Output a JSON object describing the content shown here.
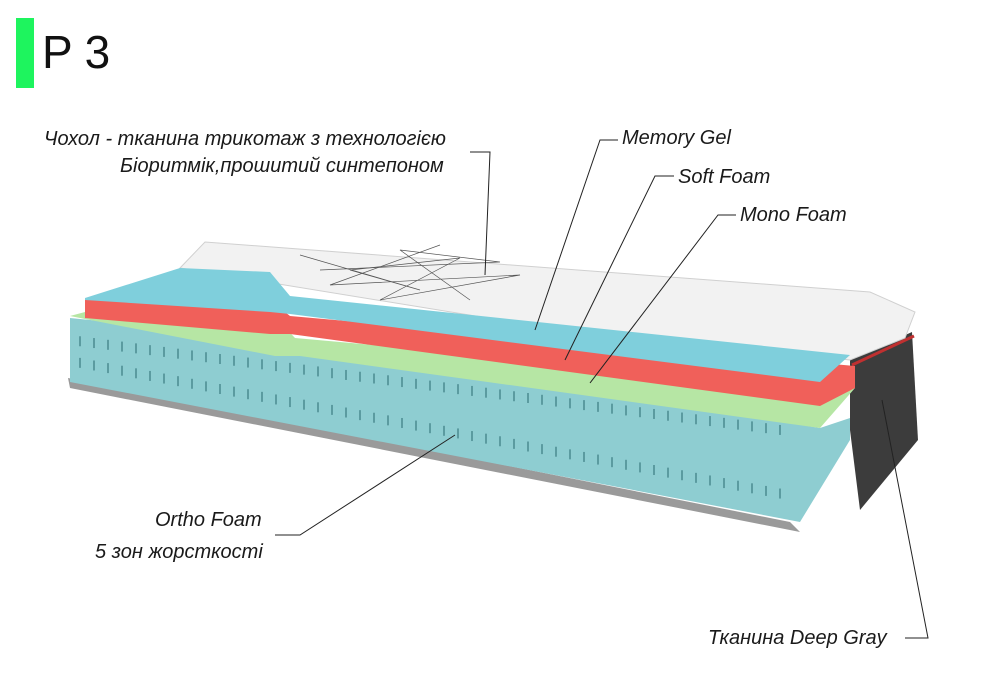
{
  "title": "P 3",
  "accent_color": "#1ef45e",
  "labels": {
    "cover_line1": "Чохол - тканина трикотаж з технологією",
    "cover_line2": "Біоритмік,прошитий синтепоном",
    "memory_gel": "Memory Gel",
    "soft_foam": "Soft Foam",
    "mono_foam": "Mono Foam",
    "ortho_line1": "Ortho Foam",
    "ortho_line2": "5 зон жорсткості",
    "deep_gray": "Тканина Deep Gray"
  },
  "colors": {
    "memory_gel": "#7fcfdc",
    "soft_foam": "#f0605a",
    "mono_foam": "#b6e6a4",
    "ortho_foam": "#8ecdd1",
    "cover": "#f2f2f2",
    "deep_gray": "#3c3c3c"
  }
}
